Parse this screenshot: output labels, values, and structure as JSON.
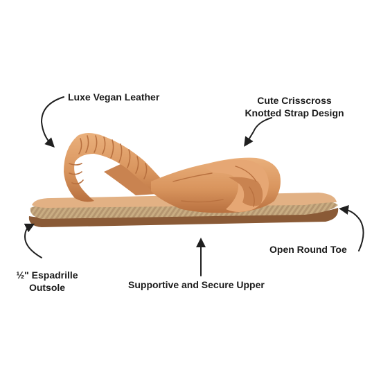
{
  "callouts": {
    "vegan_leather": "Luxe Vegan Leather",
    "strap_line1": "Cute Crisscross",
    "strap_line2": "Knotted Strap Design",
    "open_toe": "Open Round Toe",
    "outsole_line1": "½\" Espadrille",
    "outsole_line2": "Outsole",
    "upper": "Supportive and Secure Upper"
  },
  "colors": {
    "leather": "#d9955e",
    "leather_shadow": "#b8703f",
    "leather_highlight": "#eab07c",
    "jute": "#c9ad82",
    "sole": "#8a5a36",
    "footbed": "#e2b184",
    "arrow": "#1f1f1f",
    "text": "#1a1a1a"
  },
  "icons": {
    "arrow": "curved-arrow-icon",
    "product": "sandal-illustration"
  }
}
